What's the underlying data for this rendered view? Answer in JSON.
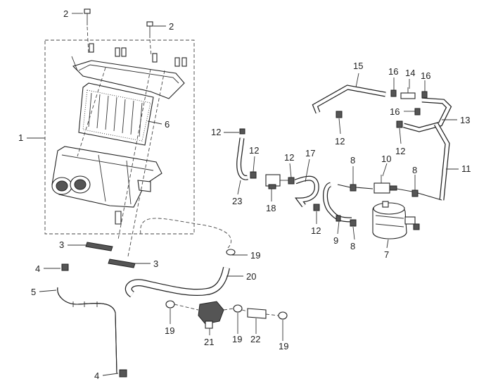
{
  "diagram": {
    "callouts": {
      "c1": "1",
      "c2a": "2",
      "c2b": "2",
      "c3a": "3",
      "c3b": "3",
      "c4a": "4",
      "c4b": "4",
      "c5": "5",
      "c6": "6",
      "c7": "7",
      "c8a": "8",
      "c8b": "8",
      "c8c": "8",
      "c9": "9",
      "c10": "10",
      "c11": "11",
      "c12a": "12",
      "c12b": "12",
      "c12c": "12",
      "c12d": "12",
      "c12e": "12",
      "c12f": "12",
      "c13": "13",
      "c14": "14",
      "c15": "15",
      "c16a": "16",
      "c16b": "16",
      "c16c": "16",
      "c17": "17",
      "c18": "18",
      "c19a": "19",
      "c19b": "19",
      "c19c": "19",
      "c19d": "19",
      "c20": "20",
      "c21": "21",
      "c22": "22",
      "c23": "23"
    },
    "colors": {
      "line": "#222222",
      "fill": "#ffffff",
      "shade": "#555555"
    }
  }
}
